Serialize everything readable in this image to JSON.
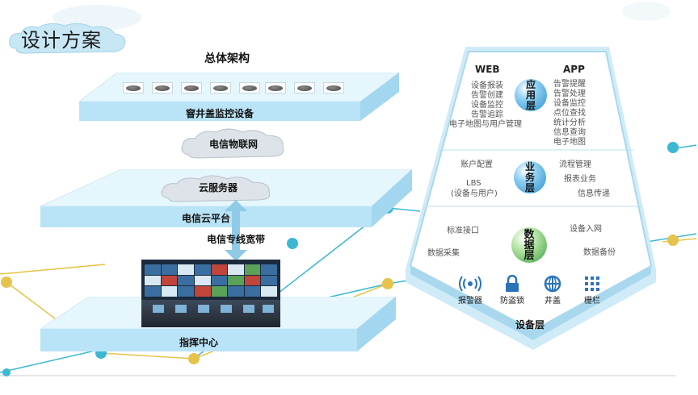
{
  "page_title": "设计方案",
  "overall_title": "总体架构",
  "layers": {
    "sensor_device": "窨井盖监控设备",
    "iot_network": "电信物联网",
    "cloud_server": "云服务器",
    "cloud_platform": "电信云平台",
    "dedicated_line": "电信专线宽带",
    "command_center": "指挥中心"
  },
  "app_layer": {
    "orb": "应用层",
    "web_header": "WEB",
    "web_items": [
      "设备报装",
      "告警创建",
      "设备监控",
      "告警追踪",
      "电子地图与用户管理"
    ],
    "app_header": "APP",
    "app_items": [
      "告警提醒",
      "告警处理",
      "设备监控",
      "点位查找",
      "统计分析",
      "信息查询",
      "电子地图"
    ]
  },
  "business_layer": {
    "orb": "业务层",
    "left_items": [
      "账户配置",
      "LBS",
      "(设备与用户)"
    ],
    "right_items": [
      "流程管理",
      "报表业务",
      "信息传递"
    ]
  },
  "data_layer": {
    "orb": "数据层",
    "left_items": [
      "标准接口",
      "数据采集"
    ],
    "right_items": [
      "设备入网",
      "数据备份"
    ]
  },
  "device_layer": {
    "title": "设备层",
    "devices": [
      {
        "label": "报警器",
        "icon": "alarm-signal-icon"
      },
      {
        "label": "防盗锁",
        "icon": "lock-icon"
      },
      {
        "label": "井盖",
        "icon": "manhole-cover-icon"
      },
      {
        "label": "栅栏",
        "icon": "fence-grid-icon"
      }
    ]
  },
  "colors": {
    "accent_blue": "#3bb8d4",
    "accent_yellow": "#e6c34a",
    "slab_light": "#d8f1fc",
    "slab_dark": "#a7dbf3"
  }
}
